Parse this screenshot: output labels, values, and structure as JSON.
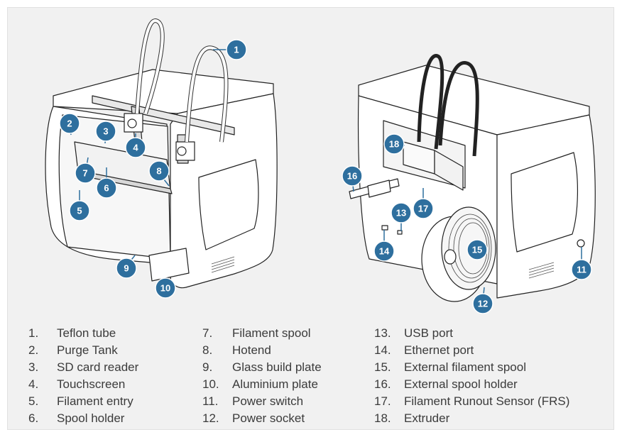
{
  "accent_color": "#2e6f9e",
  "callouts": [
    {
      "n": "1"
    },
    {
      "n": "2"
    },
    {
      "n": "3"
    },
    {
      "n": "4"
    },
    {
      "n": "5"
    },
    {
      "n": "6"
    },
    {
      "n": "7"
    },
    {
      "n": "8"
    },
    {
      "n": "9"
    },
    {
      "n": "10"
    },
    {
      "n": "11"
    },
    {
      "n": "12"
    },
    {
      "n": "13"
    },
    {
      "n": "14"
    },
    {
      "n": "15"
    },
    {
      "n": "16"
    },
    {
      "n": "17"
    },
    {
      "n": "18"
    }
  ],
  "legend": {
    "col1": [
      {
        "num": "1.",
        "label": "Teflon tube"
      },
      {
        "num": "2.",
        "label": "Purge Tank"
      },
      {
        "num": "3.",
        "label": "SD card reader"
      },
      {
        "num": "4.",
        "label": "Touchscreen"
      },
      {
        "num": "5.",
        "label": "Filament entry"
      },
      {
        "num": "6.",
        "label": "Spool holder"
      }
    ],
    "col2": [
      {
        "num": "7.",
        "label": "Filament spool"
      },
      {
        "num": "8.",
        "label": "Hotend"
      },
      {
        "num": "9.",
        "label": "Glass build plate"
      },
      {
        "num": "10.",
        "label": "Aluminium plate"
      },
      {
        "num": "11.",
        "label": "Power switch"
      },
      {
        "num": "12.",
        "label": "Power socket"
      }
    ],
    "col3": [
      {
        "num": "13.",
        "label": "USB port"
      },
      {
        "num": "14.",
        "label": "Ethernet port"
      },
      {
        "num": "15.",
        "label": "External filament spool"
      },
      {
        "num": "16.",
        "label": "External spool holder"
      },
      {
        "num": "17.",
        "label": "Filament Runout Sensor (FRS)"
      },
      {
        "num": "18.",
        "label": "Extruder"
      }
    ]
  }
}
